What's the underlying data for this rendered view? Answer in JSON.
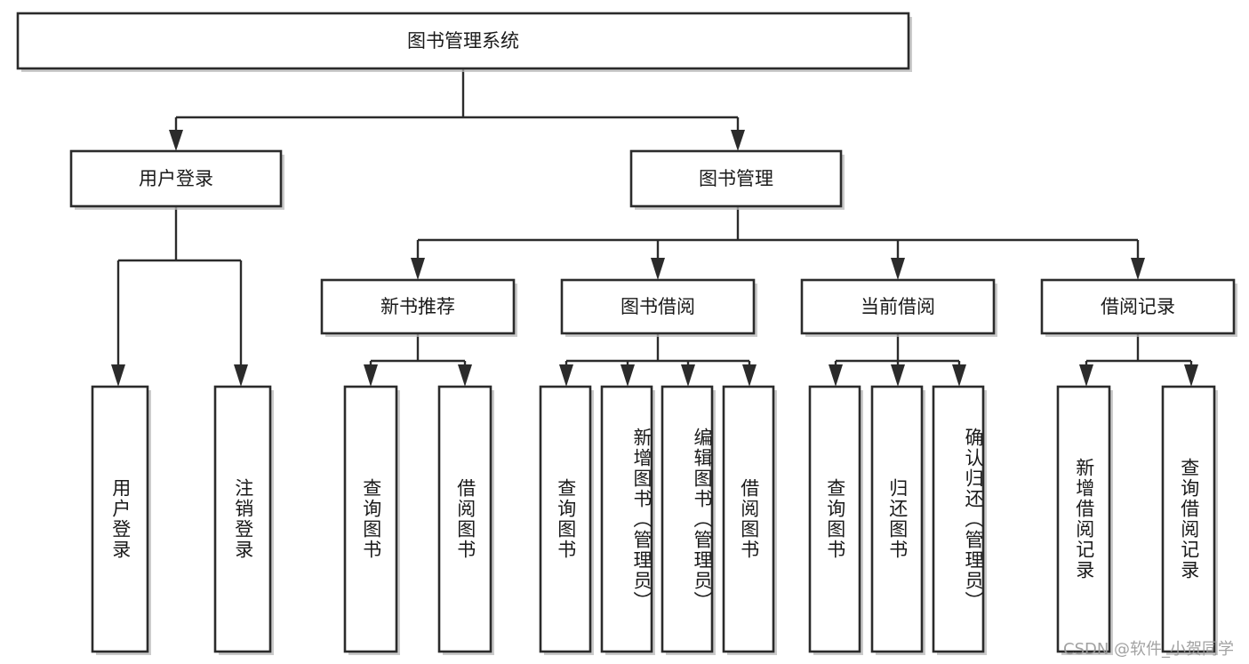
{
  "diagram": {
    "type": "tree",
    "title": "图书管理系统",
    "watermark": "CSDN @软件_小贺同学",
    "colors": {
      "stroke": "#2b2b2b",
      "fill": "#ffffff",
      "shadow": "#b9b9b9",
      "text": "#1a1a1a",
      "watermark": "#9a9a9a"
    },
    "levels": {
      "root": {
        "label": "图书管理系统"
      },
      "level2": [
        {
          "label": "用户登录"
        },
        {
          "label": "图书管理"
        }
      ],
      "level3": [
        {
          "label": "新书推荐"
        },
        {
          "label": "图书借阅"
        },
        {
          "label": "当前借阅"
        },
        {
          "label": "借阅记录"
        }
      ]
    },
    "nodes": {
      "root": "图书管理系统",
      "user_login": "用户登录",
      "book_manage": "图书管理",
      "new_book_rec": "新书推荐",
      "book_borrow": "图书借阅",
      "current_borrow": "当前借阅",
      "borrow_record": "借阅记录"
    },
    "leaves": {
      "user_login": [
        "用户登录",
        "注销登录"
      ],
      "new_book_rec": [
        "查询图书",
        "借阅图书"
      ],
      "book_borrow": [
        "查询图书",
        "新增图书（管理员）",
        "编辑图书（管理员）",
        "借阅图书"
      ],
      "current_borrow": [
        "查询图书",
        "归还图书",
        "确认归还（管理员）"
      ],
      "borrow_record": [
        "新增借阅记录",
        "查询借阅记录"
      ]
    }
  }
}
